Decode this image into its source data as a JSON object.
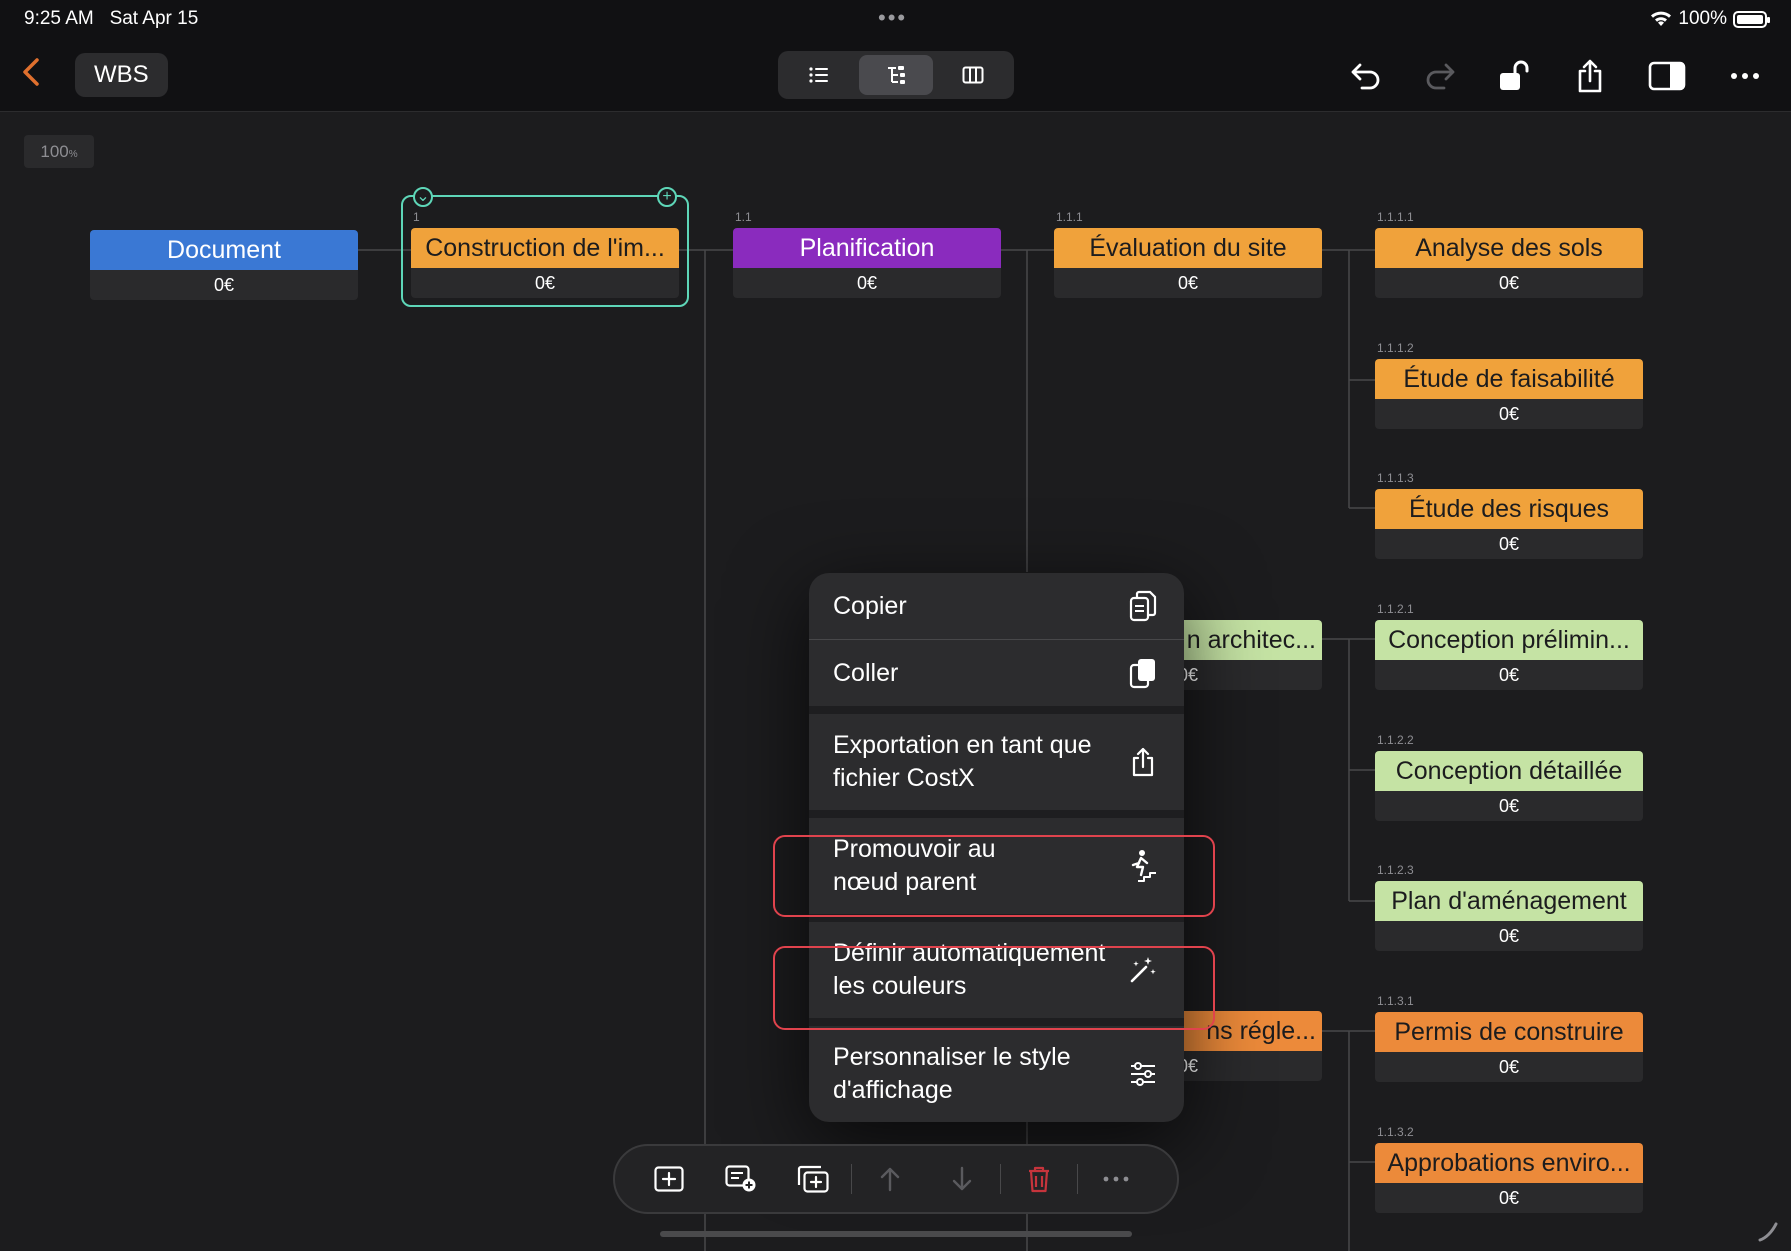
{
  "status_bar": {
    "time": "9:25 AM",
    "date": "Sat Apr 15",
    "battery": "100%"
  },
  "toolbar": {
    "back_icon": "chevron-left-icon",
    "title": "WBS",
    "view_modes": [
      "list-view-icon",
      "tree-view-icon",
      "column-view-icon"
    ],
    "active_view": "tree",
    "actions": [
      "undo-icon",
      "redo-icon",
      "unlock-icon",
      "share-icon",
      "sidebar-icon",
      "more-icon"
    ],
    "accent_color": "#e0702e"
  },
  "canvas": {
    "zoom_value": "100",
    "zoom_unit": "%"
  },
  "nodes": {
    "document": {
      "number": "",
      "title": "Document",
      "cost": "0€"
    },
    "construction": {
      "number": "1",
      "title": "Construction de l'im...",
      "cost": "0€"
    },
    "planification": {
      "number": "1.1",
      "title": "Planification",
      "cost": "0€"
    },
    "evaluation": {
      "number": "1.1.1",
      "title": "Évaluation du site",
      "cost": "0€"
    },
    "conception_arch": {
      "number": "",
      "title": "n architec...",
      "cost": "0€"
    },
    "autorisations": {
      "number": "",
      "title": "ns régle...",
      "cost": "0€"
    },
    "analyse_sols": {
      "number": "1.1.1.1",
      "title": "Analyse des sols",
      "cost": "0€"
    },
    "faisabilite": {
      "number": "1.1.1.2",
      "title": "Étude de faisabilité",
      "cost": "0€"
    },
    "risques": {
      "number": "1.1.1.3",
      "title": "Étude des risques",
      "cost": "0€"
    },
    "prelim": {
      "number": "1.1.2.1",
      "title": "Conception prélimin...",
      "cost": "0€"
    },
    "detaillee": {
      "number": "1.1.2.2",
      "title": "Conception détaillée",
      "cost": "0€"
    },
    "amenagement": {
      "number": "1.1.2.3",
      "title": "Plan d'aménagement",
      "cost": "0€"
    },
    "permis": {
      "number": "1.1.3.1",
      "title": "Permis de construire",
      "cost": "0€"
    },
    "approbations": {
      "number": "1.1.3.2",
      "title": "Approbations enviro...",
      "cost": "0€"
    }
  },
  "context_menu": {
    "copy": {
      "label": "Copier",
      "icon": "copy-icon"
    },
    "paste": {
      "label": "Coller",
      "icon": "paste-icon"
    },
    "export": {
      "line1": "Exportation en tant que",
      "line2": "fichier CostX",
      "icon": "share-icon"
    },
    "promote": {
      "line1": "Promouvoir au",
      "line2": "nœud parent",
      "icon": "stairs-walk-icon"
    },
    "auto_colors": {
      "line1": "Définir automatiquement",
      "line2": "les couleurs",
      "icon": "magic-wand-icon"
    },
    "style": {
      "line1": "Personnaliser le style",
      "line2": "d'affichage",
      "icon": "sliders-icon"
    },
    "highlight_color": "#e0434d"
  },
  "bottom_toolbar": [
    "add-node-icon",
    "add-child-icon",
    "duplicate-icon",
    "move-up-icon",
    "move-down-icon",
    "trash-icon",
    "more-icon"
  ]
}
